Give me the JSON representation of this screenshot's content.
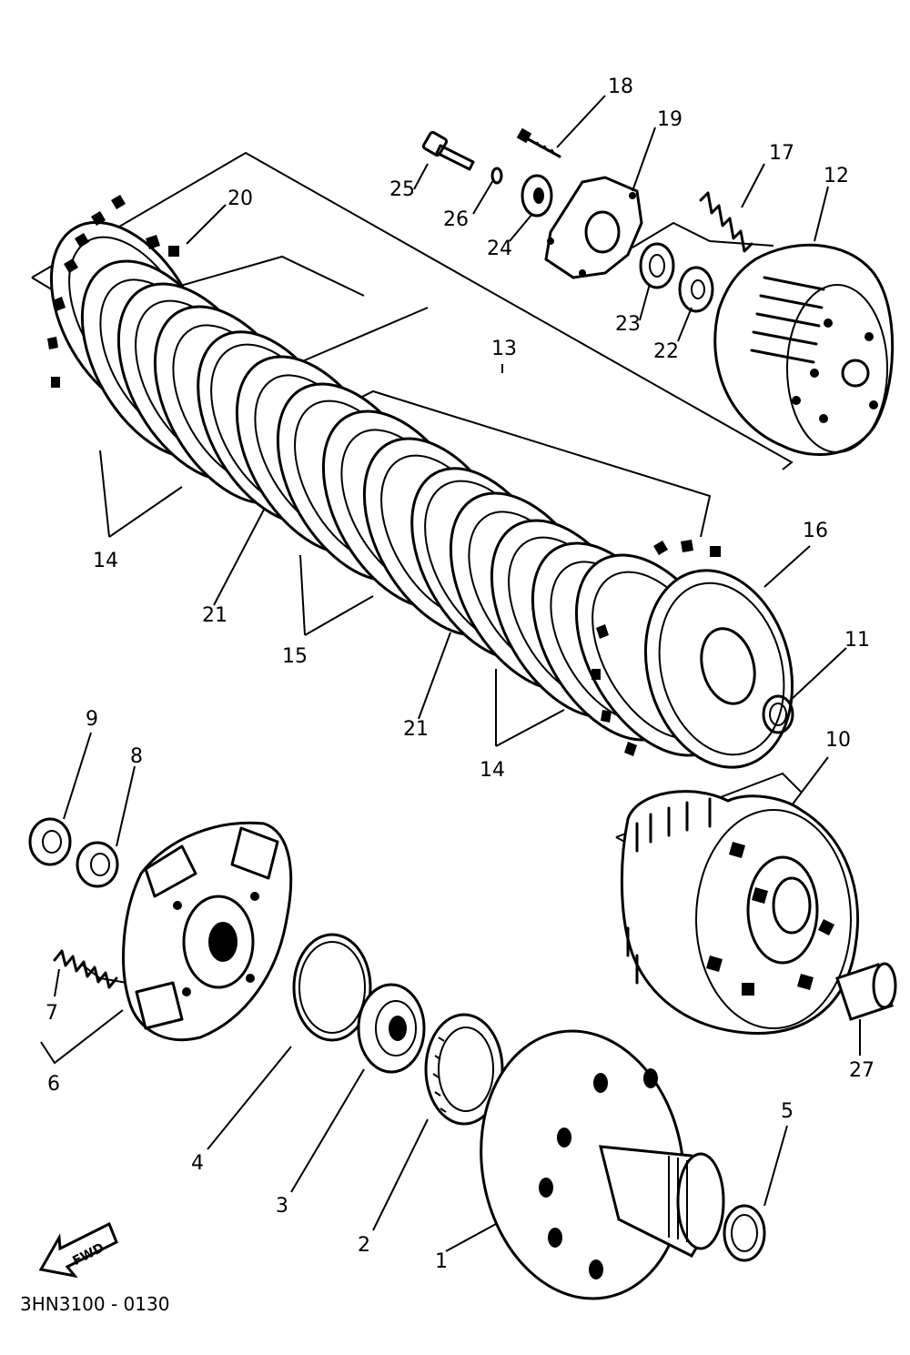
{
  "diagram_code": "3HN3100 - 0130",
  "direction_label": "FWD",
  "callouts": {
    "c1": "1",
    "c2": "2",
    "c3": "3",
    "c4": "4",
    "c5": "5",
    "c6": "6",
    "c7": "7",
    "c8": "8",
    "c9": "9",
    "c10": "10",
    "c11": "11",
    "c12": "12",
    "c13": "13",
    "c14a": "14",
    "c14b": "14",
    "c15": "15",
    "c16": "16",
    "c17": "17",
    "c18": "18",
    "c19": "19",
    "c20": "20",
    "c21a": "21",
    "c21b": "21",
    "c22": "22",
    "c23": "23",
    "c24": "24",
    "c25": "25",
    "c26": "26",
    "c27": "27"
  }
}
